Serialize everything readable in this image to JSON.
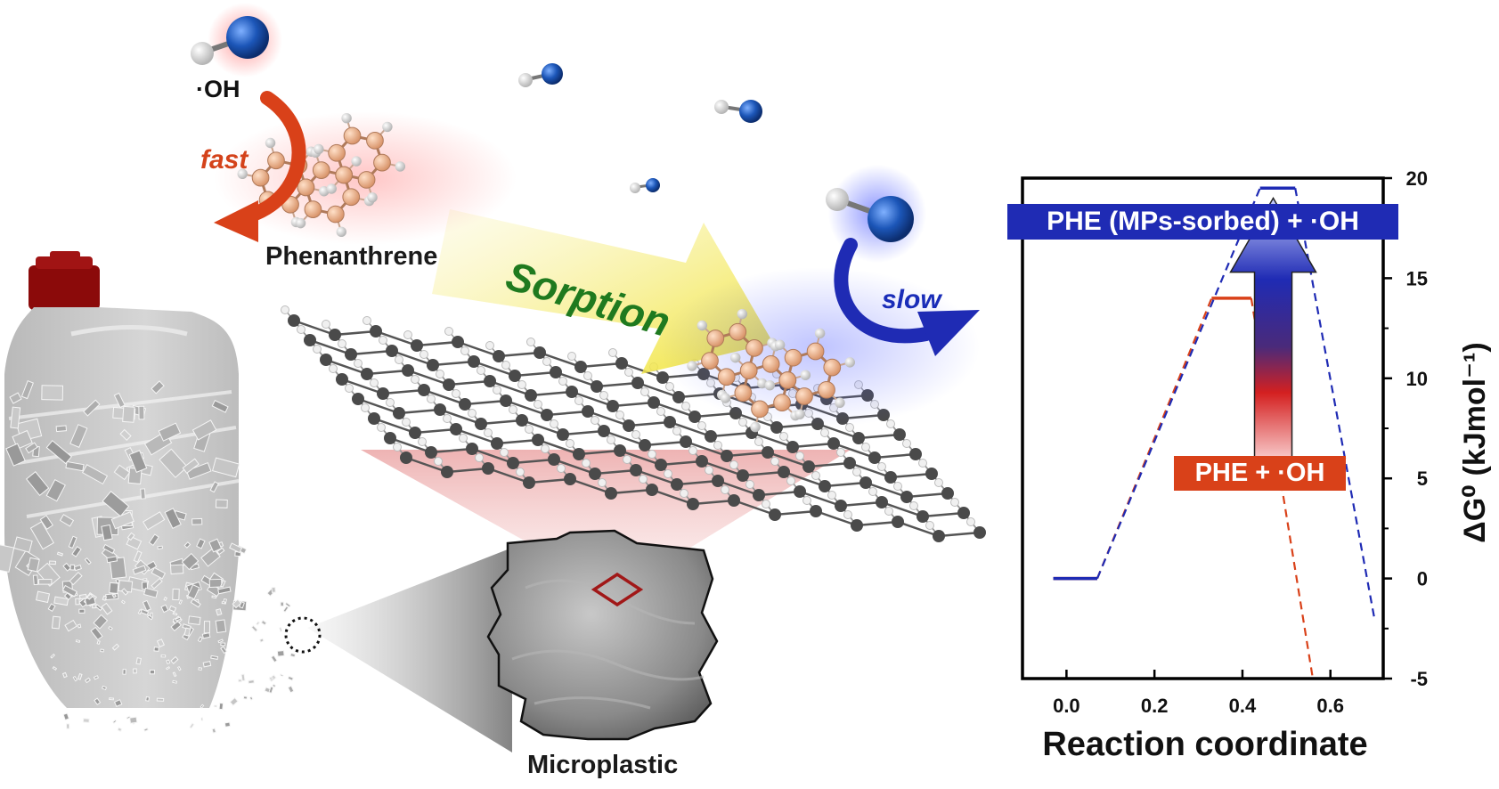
{
  "labels": {
    "oh": "·OH",
    "fast": "fast",
    "phenanthrene": "Phenanthrene",
    "sorption": "Sorption",
    "slow": "slow",
    "microplastic": "Microplastic",
    "box_sorbed": "PHE (MPs-sorbed) + ·OH",
    "box_free": "PHE + ·OH"
  },
  "colors": {
    "free": "#d94119",
    "sorbed": "#1f2bb4",
    "sorption_arrow": "#f3e640",
    "sorption_text": "#1f7a1f",
    "bottle": "#c2c2c2",
    "cap": "#8b0a0a",
    "carbon": "#4a4a4a",
    "aromatic": "#e8b596"
  },
  "chart_data": {
    "type": "line",
    "xlabel": "Reaction coordinate",
    "ylabel": "ΔG⁰ (kJmol⁻¹)",
    "xlim": [
      -0.1,
      0.72
    ],
    "ylim": [
      -5,
      20
    ],
    "xticks": [
      "0.0",
      "0.2",
      "0.4",
      "0.6"
    ],
    "yticks": [
      "-5",
      "0",
      "5",
      "10",
      "15",
      "20"
    ],
    "series": [
      {
        "name": "PHE + ·OH",
        "color": "#d94119",
        "levels": [
          {
            "x0": -0.03,
            "x1": 0.07,
            "y": 0
          },
          {
            "x0": 0.33,
            "x1": 0.42,
            "y": 14
          }
        ],
        "connectors": [
          {
            "x0": 0.07,
            "y0": 0,
            "x1": 0.33,
            "y1": 14
          },
          {
            "x0": 0.42,
            "y0": 14,
            "x1": 0.56,
            "y1": -5
          }
        ]
      },
      {
        "name": "PHE (MPs-sorbed) + ·OH",
        "color": "#1f2bb4",
        "levels": [
          {
            "x0": -0.03,
            "x1": 0.07,
            "y": 0
          },
          {
            "x0": 0.44,
            "x1": 0.52,
            "y": 19.5
          }
        ],
        "connectors": [
          {
            "x0": 0.07,
            "y0": 0,
            "x1": 0.44,
            "y1": 19.5
          },
          {
            "x0": 0.52,
            "y0": 19.5,
            "x1": 0.7,
            "y1": -2
          }
        ]
      }
    ]
  }
}
